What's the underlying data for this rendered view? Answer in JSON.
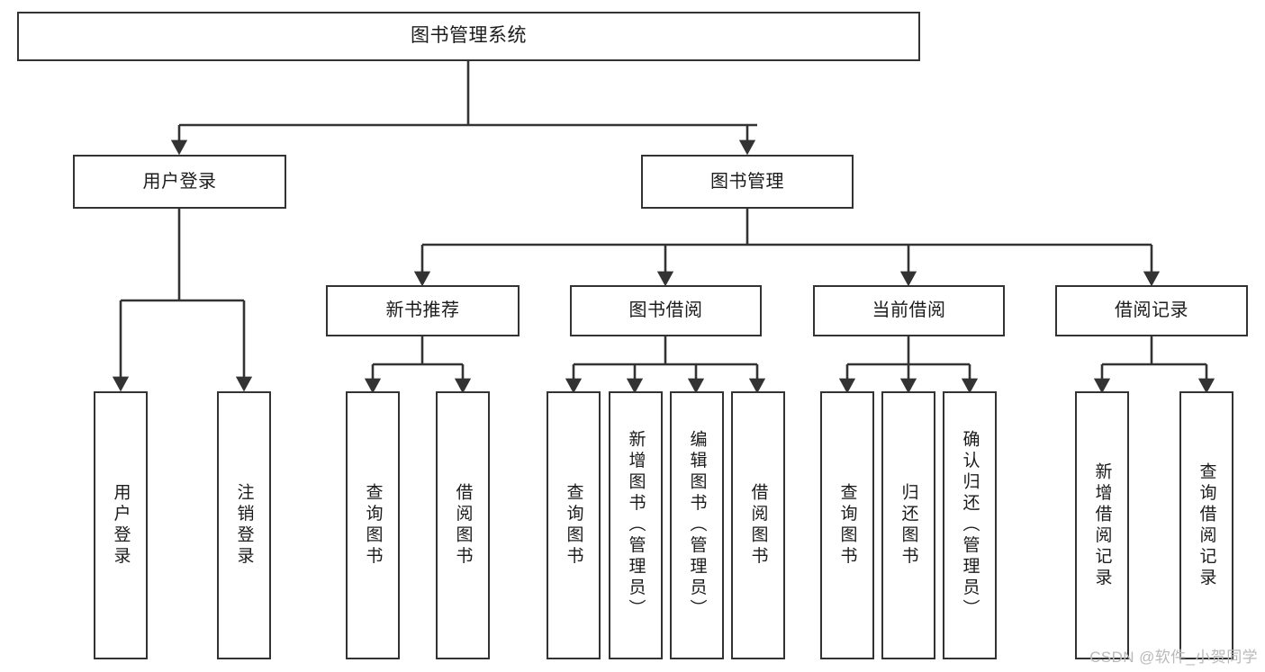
{
  "diagram": {
    "title_node": "图书管理系统",
    "watermark": "CSDN @软件_小贺同学",
    "colors": {
      "stroke": "#333333",
      "fill": "#ffffff",
      "text": "#1b1b1b",
      "watermark": "#b9b9b9"
    },
    "nodes": {
      "root": "图书管理系统",
      "level1": {
        "user_login": "用户登录",
        "book_manage": "图书管理"
      },
      "level2": {
        "new_book_rec": "新书推荐",
        "book_borrow": "图书借阅",
        "current_borrow": "当前借阅",
        "borrow_record": "借阅记录"
      },
      "leaves": {
        "user_login_child_1": "用户登录",
        "user_login_child_2": "注销登录",
        "new_book_rec_child_1": "查询图书",
        "new_book_rec_child_2": "借阅图书",
        "book_borrow_child_1": "查询图书",
        "book_borrow_child_2": "新增图书（管理员）",
        "book_borrow_child_3": "编辑图书（管理员）",
        "book_borrow_child_4": "借阅图书",
        "current_borrow_child_1": "查询图书",
        "current_borrow_child_2": "归还图书",
        "current_borrow_child_3": "确认归还（管理员）",
        "borrow_record_child_1": "新增借阅记录",
        "borrow_record_child_2": "查询借阅记录"
      }
    }
  }
}
